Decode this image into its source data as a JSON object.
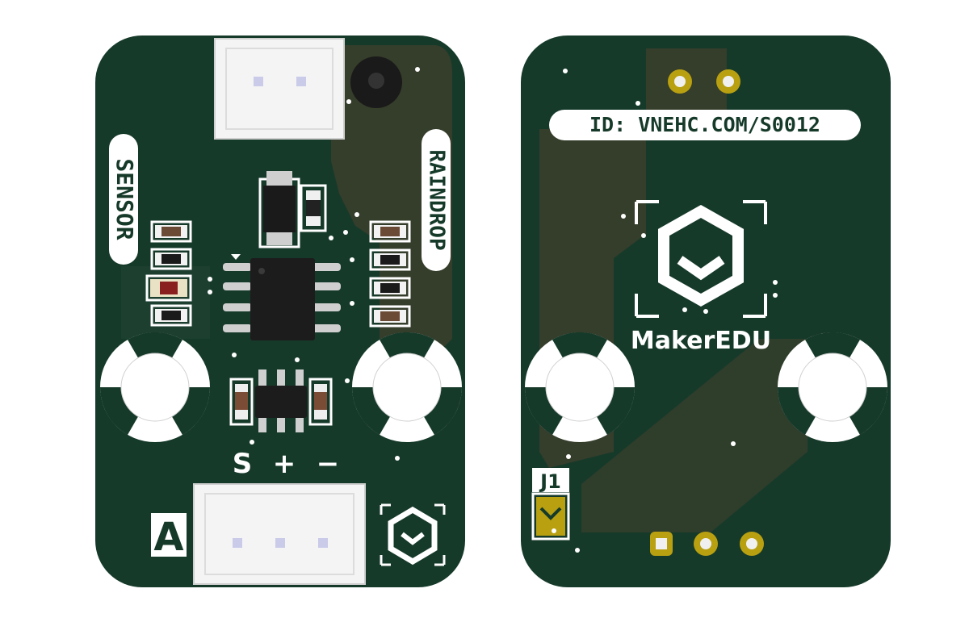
{
  "front": {
    "label_left": "SENSOR",
    "label_right": "RAINDROP",
    "pins": {
      "signal": "S",
      "plus": "+",
      "minus": "−"
    },
    "variant": "A"
  },
  "back": {
    "id_text": "ID: VNEHC.COM/S0012",
    "brand": "MakerEDU",
    "jumper": "J1"
  },
  "colors": {
    "mask": "#163a2a",
    "copper_trace": "#3b3e2c",
    "silkscreen": "#ffffff",
    "gold": "#b8a011",
    "connector": "#f4f4f4"
  }
}
